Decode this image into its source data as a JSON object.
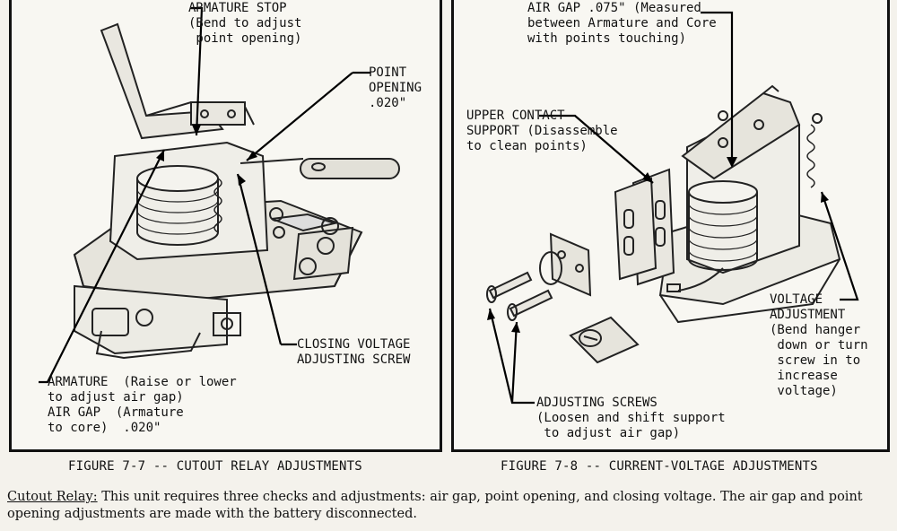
{
  "figure_7_7": {
    "labels": {
      "armature_stop": "ARMATURE STOP\n(Bend to adjust\n point opening)",
      "point_opening": "POINT\nOPENING\n.020\"",
      "closing_voltage": "CLOSING VOLTAGE\nADJUSTING SCREW",
      "armature": "ARMATURE  (Raise or lower\nto adjust air gap)\nAIR GAP  (Armature\nto core)  .020\""
    },
    "caption": "FIGURE 7-7 -- CUTOUT RELAY ADJUSTMENTS"
  },
  "figure_7_8": {
    "labels": {
      "air_gap": "AIR GAP .075\" (Measured\nbetween Armature and Core\nwith points touching)",
      "upper_contact": "UPPER CONTACT\nSUPPORT (Disassemble\nto clean points)",
      "voltage_adjustment": "VOLTAGE\nADJUSTMENT\n(Bend hanger\n down or turn\n screw in to\n increase\n voltage)",
      "adjusting_screws": "ADJUSTING SCREWS\n(Loosen and shift support\n to adjust air gap)"
    },
    "caption": "FIGURE 7-8 -- CURRENT-VOLTAGE ADJUSTMENTS"
  },
  "paragraph": {
    "heading": "Cutout Relay:",
    "text": "  This unit requires three checks and adjustments:  air gap, point opening, and closing voltage.  The air gap and point opening adjustments are made with the battery disconnected."
  }
}
